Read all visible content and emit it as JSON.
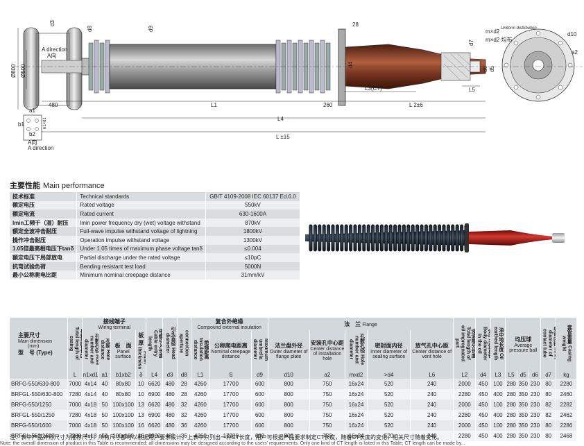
{
  "drawing": {
    "labels": {
      "a_direction": "A direction",
      "a_view": "A向",
      "dia800": "Ø800",
      "dia500": "Ø500",
      "d3": "d3",
      "d8": "d8",
      "d9": "d9",
      "d4": "d4",
      "d7": "d7",
      "d6": "d6",
      "d5": "d5",
      "d10": "d10",
      "a2": "a2",
      "dim28": "28",
      "dim480": "480",
      "dim260": "260",
      "L1": "L1",
      "L2": "L 2±6",
      "L3": "L3(CT)",
      "L4": "L4",
      "L5": "L5",
      "L": "L ±15",
      "a1": "a1",
      "b1": "b1",
      "b2": "b2",
      "n1d1": "n1×d1",
      "uniform_en": "Uniform distribution",
      "uniform_cn": "m×d2 均布",
      "md2": "m×d2",
      "bottom_a_view": "A向",
      "bottom_a_direction": "A direction"
    }
  },
  "performance": {
    "title_cn": "主要性能",
    "title_en": "Main performance",
    "rows": [
      {
        "cn": "技术标准",
        "en": "Technical standards",
        "val": "GB/T  4109-2008          IEC 60137 Ed.6.0"
      },
      {
        "cn": "额定电压",
        "en": "Rated voltage",
        "val": "550kV"
      },
      {
        "cn": "额定电流",
        "en": "Rated current",
        "val": "630-1600A"
      },
      {
        "cn": "lmin工频干（湿）耐压",
        "en": "lmin power frequency dry (wet) voltage withstand",
        "val": "870kV"
      },
      {
        "cn": "额定全波冲击耐压",
        "en": "Full-wave impulse withstand voltage of lightning",
        "val": "1800kV"
      },
      {
        "cn": "操作冲击耐压",
        "en": "Operation impulse withstand voltage",
        "val": "1300kV"
      },
      {
        "cn": "1.05倍最高相电压下tanδ",
        "en": "Under 1.05 times of maximum phase voltage tanδ",
        "val": "≤0.004"
      },
      {
        "cn": "额定电压下局部放电",
        "en": "Partial discharge under the rated voltage",
        "val": "≤10pC"
      },
      {
        "cn": "抗弯试验负荷",
        "en": "Bending resistant test load",
        "val": "5000N"
      },
      {
        "cn": "最小公称爬电比距",
        "en": "Minimum nominal creepage distance",
        "val": "31mm/kV"
      }
    ]
  },
  "dimension": {
    "hdr": {
      "main_cn": "主要尺寸",
      "main_en": "Main dimension",
      "unit": "(mm)",
      "type_cn": "型　号",
      "type_en": "(Type)",
      "total_len": "长套总管长度 Total length of casing",
      "wiring_cn": "接线端子",
      "wiring_en": "Wiring terminal",
      "hole_num": "孔数孔径 Hole number and diameter",
      "hole_dist": "孔距 Hole distance",
      "panel_cn": "板　面",
      "panel_en": "Panel surface",
      "thick_cn": "板　厚",
      "thick_en": "Panel thickness",
      "cable_len": "电缆引入长度 Cable entry length",
      "head_dia": "引头直径 Head diameter",
      "lead_wire": "引线接线孔径 Lead wire connection aperture",
      "compound_cn": "复合外绝缘",
      "compound_en": "Compound external insulation",
      "ins_dist": "绝缘距离 Insulation distance",
      "creep_cn": "公称爬电距离",
      "creep_en": "Nominal creepage distance",
      "max_umb": "最大伞径 Maximum umbrella diameter",
      "flange_cn": "法　兰",
      "flange_en": "Flange",
      "outer_cn": "法兰盘外径",
      "outer_en": "Outer diameter of flange plate",
      "center_cn": "安装孔中心距",
      "center_en": "Center distance of installation hole",
      "holenum2": "孔数孔径 Hole number and diameter",
      "seal_cn": "密封面内径",
      "seal_en": "Inner diameter of sealing surface",
      "vent_cn": "放气孔中心距",
      "vent_en": "Center distance of vent hole",
      "oil_len": "浸油部分长度 Total length of oil impregnated part",
      "oil_body": "油中主体直径 Body diameter in the oil",
      "oil_earth": "油中地长度 Oil earthed length",
      "ball_cn": "均压球",
      "ball_en": "Average pressure ball",
      "contact": "导管内径 Inner diameter of contact tube",
      "weight": "套管重量 Casing weight",
      "sym": [
        "L",
        "n1xd1",
        "a1",
        "b1xb2",
        "δ",
        "L4",
        "d3",
        "d8",
        "L1",
        "S",
        "d9",
        "d10",
        "a2",
        "mxd2",
        ">d4",
        "L6",
        "L2",
        "d4",
        "L3",
        "L5",
        "d5",
        "d6",
        "d7",
        "kg"
      ]
    },
    "rows": [
      [
        "BRFG-550/630-800",
        "7000",
        "4x14",
        "40",
        "80x80",
        "10",
        "6620",
        "480",
        "28",
        "4260",
        "17700",
        "600",
        "800",
        "750",
        "16x24",
        "520",
        "240",
        "2000",
        "450",
        "100",
        "280",
        "350",
        "230",
        "80",
        "2280"
      ],
      [
        "BRFGL-550/630-800",
        "7280",
        "4x14",
        "40",
        "80x80",
        "10",
        "6900",
        "480",
        "28",
        "4260",
        "17700",
        "600",
        "800",
        "750",
        "16x24",
        "520",
        "240",
        "2280",
        "450",
        "400",
        "280",
        "350",
        "230",
        "80",
        "2460"
      ],
      [
        "BRFG-550/1250",
        "7000",
        "4x18",
        "50",
        "100x100",
        "13",
        "6620",
        "480",
        "32",
        "4260",
        "17700",
        "600",
        "800",
        "750",
        "16x24",
        "520",
        "240",
        "2000",
        "450",
        "100",
        "280",
        "350",
        "230",
        "82",
        "2282"
      ],
      [
        "BRFGL-550/1250",
        "7280",
        "4x18",
        "50",
        "100x100",
        "13",
        "6900",
        "480",
        "32",
        "4260",
        "17700",
        "600",
        "800",
        "750",
        "16x24",
        "520",
        "240",
        "2280",
        "450",
        "400",
        "280",
        "350",
        "230",
        "82",
        "2462"
      ],
      [
        "BRFG-550/1600",
        "7000",
        "4x18",
        "50",
        "100x100",
        "16",
        "6620",
        "480",
        "36",
        "4260",
        "17700",
        "600",
        "800",
        "750",
        "16x24",
        "520",
        "240",
        "2000",
        "450",
        "100",
        "280",
        "350",
        "230",
        "80",
        "2286"
      ],
      [
        "BRFGL-550/1600",
        "7280",
        "4x18",
        "50",
        "100x100",
        "16",
        "6900",
        "480",
        "36",
        "4260",
        "17700",
        "600",
        "800",
        "750",
        "16x24",
        "520",
        "240",
        "2280",
        "450",
        "400",
        "280",
        "350",
        "230",
        "80",
        "2468"
      ]
    ]
  },
  "notes": {
    "cn": "注：表中产品外形尺寸为推荐尺寸，所有尺寸都可以根据用户要求设计。上表中只列出一种CT长度，用户可根据产品要求制定CT长度，随着CT长度的变化，相关尺寸随着变化。",
    "en": "Note: the overall dimension of product in this Table is recommended; all dimensions may be designed according to the users' requirements. Only one kind of CT length is listed in this Table; CT length can be made by..."
  }
}
